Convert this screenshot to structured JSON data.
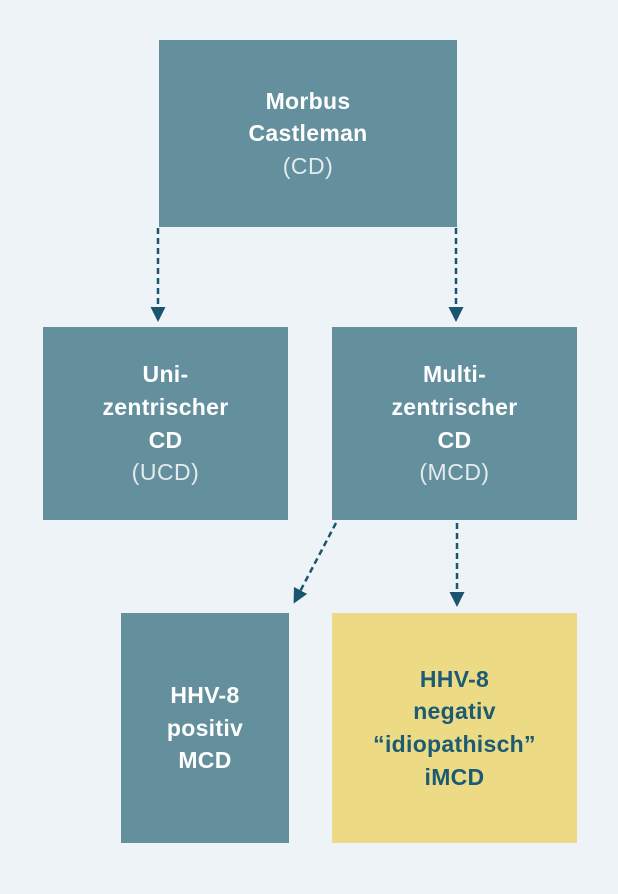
{
  "diagram": {
    "type": "flowchart",
    "nodes": {
      "root": {
        "label": "Morbus\nCastleman",
        "abbr": "(CD)"
      },
      "ucd": {
        "label": "Uni-\nzentrischer\nCD",
        "abbr": "(UCD)"
      },
      "mcd": {
        "label": "Multi-\nzentrischer\nCD",
        "abbr": "(MCD)"
      },
      "hhv8_pos": {
        "label": "HHV-8\npositiv\nMCD"
      },
      "imcd": {
        "label": "HHV-8\nnegativ\n“idiopathisch”\niMCD"
      }
    },
    "edges": [
      {
        "from": "root",
        "to": "ucd",
        "style": "dashed-arrow"
      },
      {
        "from": "root",
        "to": "mcd",
        "style": "dashed-arrow"
      },
      {
        "from": "mcd",
        "to": "hhv8_pos",
        "style": "dashed-arrow"
      },
      {
        "from": "mcd",
        "to": "imcd",
        "style": "dashed-arrow"
      }
    ],
    "colors": {
      "background": "#eef3f7",
      "box_teal": "#64909e",
      "box_yellow": "#ecda84",
      "text_on_teal": "#ffffff",
      "text_on_yellow": "#1d5a73",
      "arrow": "#1a5570"
    }
  }
}
